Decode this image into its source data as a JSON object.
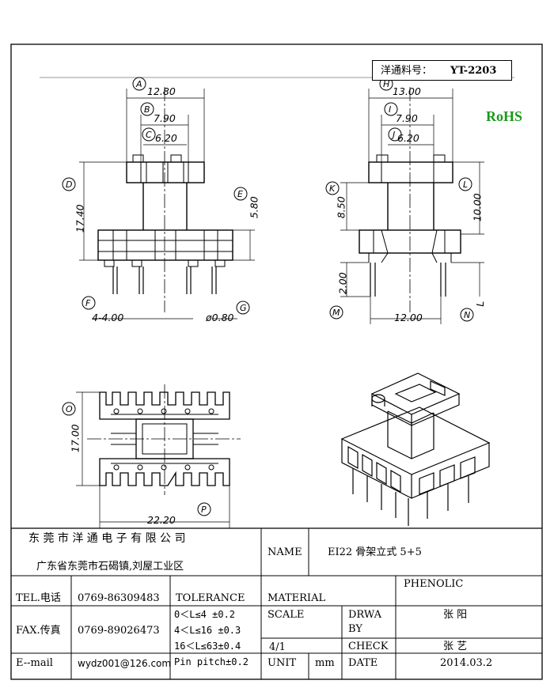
{
  "part_box": {
    "label": "洋通料号：",
    "number": "YT-2203"
  },
  "rohs": "RoHS",
  "front_view": {
    "dims": {
      "a": "12.80",
      "b": "7.90",
      "c": "6.20",
      "d": "17.40",
      "e": "5.80",
      "f": "4-4.00",
      "g": "ø0.80"
    },
    "letters": {
      "a": "A",
      "b": "B",
      "c": "C",
      "d": "D",
      "e": "E",
      "f": "F",
      "g": "G"
    }
  },
  "side_view": {
    "dims": {
      "h": "13.00",
      "i": "7.90",
      "j": "6.20",
      "k": "8.50",
      "l": "10.00",
      "m": "2.00",
      "n": "12.00",
      "nl": "L"
    },
    "letters": {
      "h": "H",
      "i": "I",
      "j": "J",
      "k": "K",
      "l": "L",
      "m": "M",
      "n": "N"
    }
  },
  "bottom_view": {
    "dims": {
      "o": "17.00",
      "p": "22.20"
    },
    "letters": {
      "o": "O",
      "p": "P"
    }
  },
  "title_block": {
    "company": "东 莞 市 洋 通 电 子 有 限 公 司",
    "address": "广东省东莞市石碣镇,刘屋工业区",
    "name_label": "NAME",
    "name_value": "EI22 骨架立式 5+5",
    "tel_label": "TEL.电话",
    "tel_value": "0769-86309483",
    "fax_label": "FAX.传真",
    "fax_value": "0769-89026473",
    "email_label": "E--mail",
    "email_value": "wydz001@126.com",
    "tolerance_label": "TOLERANCE",
    "tol1": "0＜L≤4  ±0.2",
    "tol2": "4＜L≤16 ±0.3",
    "tol3": "16＜L≤63±0.4",
    "tol4": "Pin pitch±0.2",
    "material_label": "MATERIAL",
    "material_value": "PHENOLIC",
    "scale_label": "SCALE",
    "scale_value": "4/1",
    "drawn_label_1": "DRWA",
    "drawn_label_2": "BY",
    "drawn_value": "张 阳",
    "check_label": "CHECK",
    "check_value": "张 艺",
    "unit_label": "UNIT",
    "unit_value": "mm",
    "date_label": "DATE",
    "date_value": "2014.03.2"
  }
}
